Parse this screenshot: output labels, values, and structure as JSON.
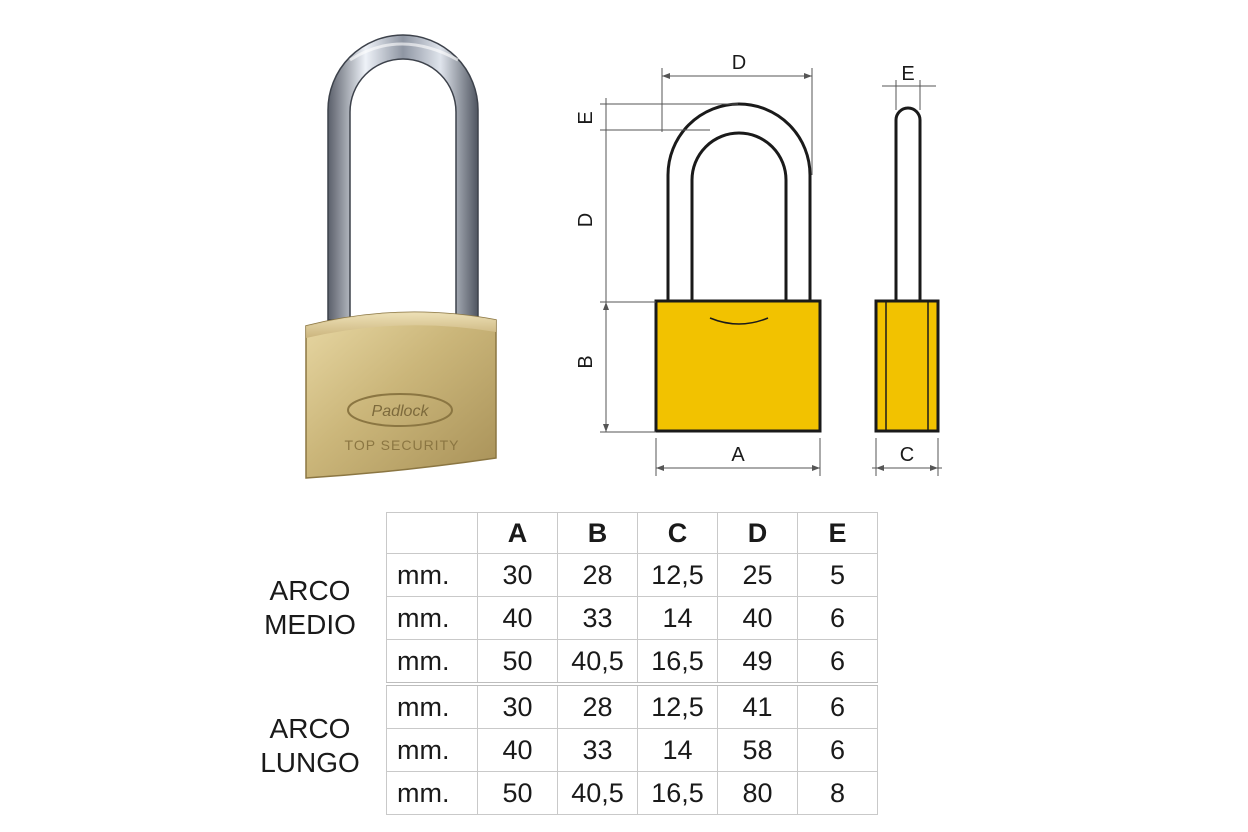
{
  "product": {
    "brand_logo_text": "Padlock",
    "engraving": "TOP SECURITY"
  },
  "diagram": {
    "front_labels": {
      "D": "D",
      "E": "E",
      "D_vertical": "D",
      "B": "B",
      "A": "A"
    },
    "side_labels": {
      "E": "E",
      "C": "C"
    },
    "body_color": "#F2C200",
    "outline_color": "#1a1a1a"
  },
  "table": {
    "headers": [
      "",
      "A",
      "B",
      "C",
      "D",
      "E"
    ],
    "groups": [
      {
        "label_line1": "ARCO",
        "label_line2": "MEDIO",
        "rows": [
          [
            "mm.",
            "30",
            "28",
            "12,5",
            "25",
            "5"
          ],
          [
            "mm.",
            "40",
            "33",
            "14",
            "40",
            "6"
          ],
          [
            "mm.",
            "50",
            "40,5",
            "16,5",
            "49",
            "6"
          ]
        ]
      },
      {
        "label_line1": "ARCO",
        "label_line2": "LUNGO",
        "rows": [
          [
            "mm.",
            "30",
            "28",
            "12,5",
            "41",
            "6"
          ],
          [
            "mm.",
            "40",
            "33",
            "14",
            "58",
            "6"
          ],
          [
            "mm.",
            "50",
            "40,5",
            "16,5",
            "80",
            "8"
          ]
        ]
      }
    ]
  }
}
